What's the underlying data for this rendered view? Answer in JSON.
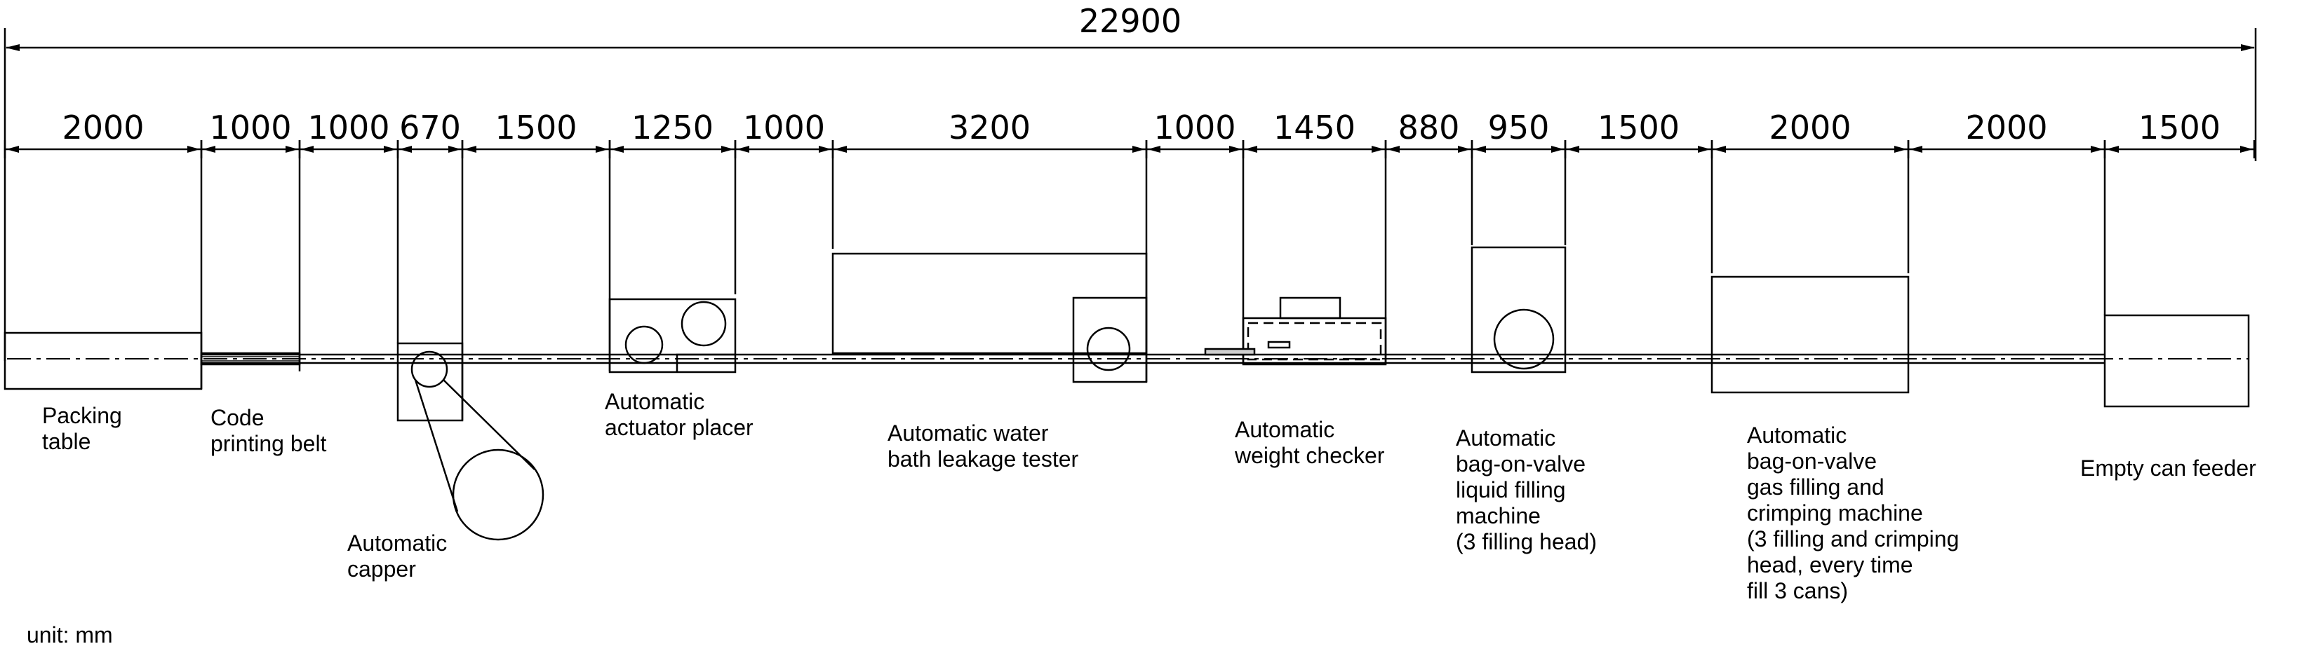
{
  "total_dimension": "22900",
  "segment_dimensions": [
    "2000",
    "1000",
    "1000",
    "670",
    "1500",
    "1250",
    "1000",
    "3200",
    "1000",
    "1450",
    "880",
    "950",
    "1500",
    "2000",
    "2000",
    "1500"
  ],
  "labels": {
    "packing_table": "Packing\ntable",
    "code_printing_belt": "Code\nprinting belt",
    "automatic_capper": "Automatic\ncapper",
    "automatic_actuator_placer": "Automatic\nactuator placer",
    "water_bath_leakage_tester": "Automatic water\nbath leakage tester",
    "weight_checker": "Automatic\nweight checker",
    "liquid_filling_machine": "Automatic\nbag-on-valve\nliquid filling\nmachine\n(3 filling head)",
    "gas_filling_crimping_machine": "Automatic\nbag-on-valve\ngas filling and\ncrimping machine\n(3 filling and crimping\nhead, every time\nfill 3 cans)",
    "empty_can_feeder": "Empty can feeder"
  },
  "unit_note": "unit: mm"
}
